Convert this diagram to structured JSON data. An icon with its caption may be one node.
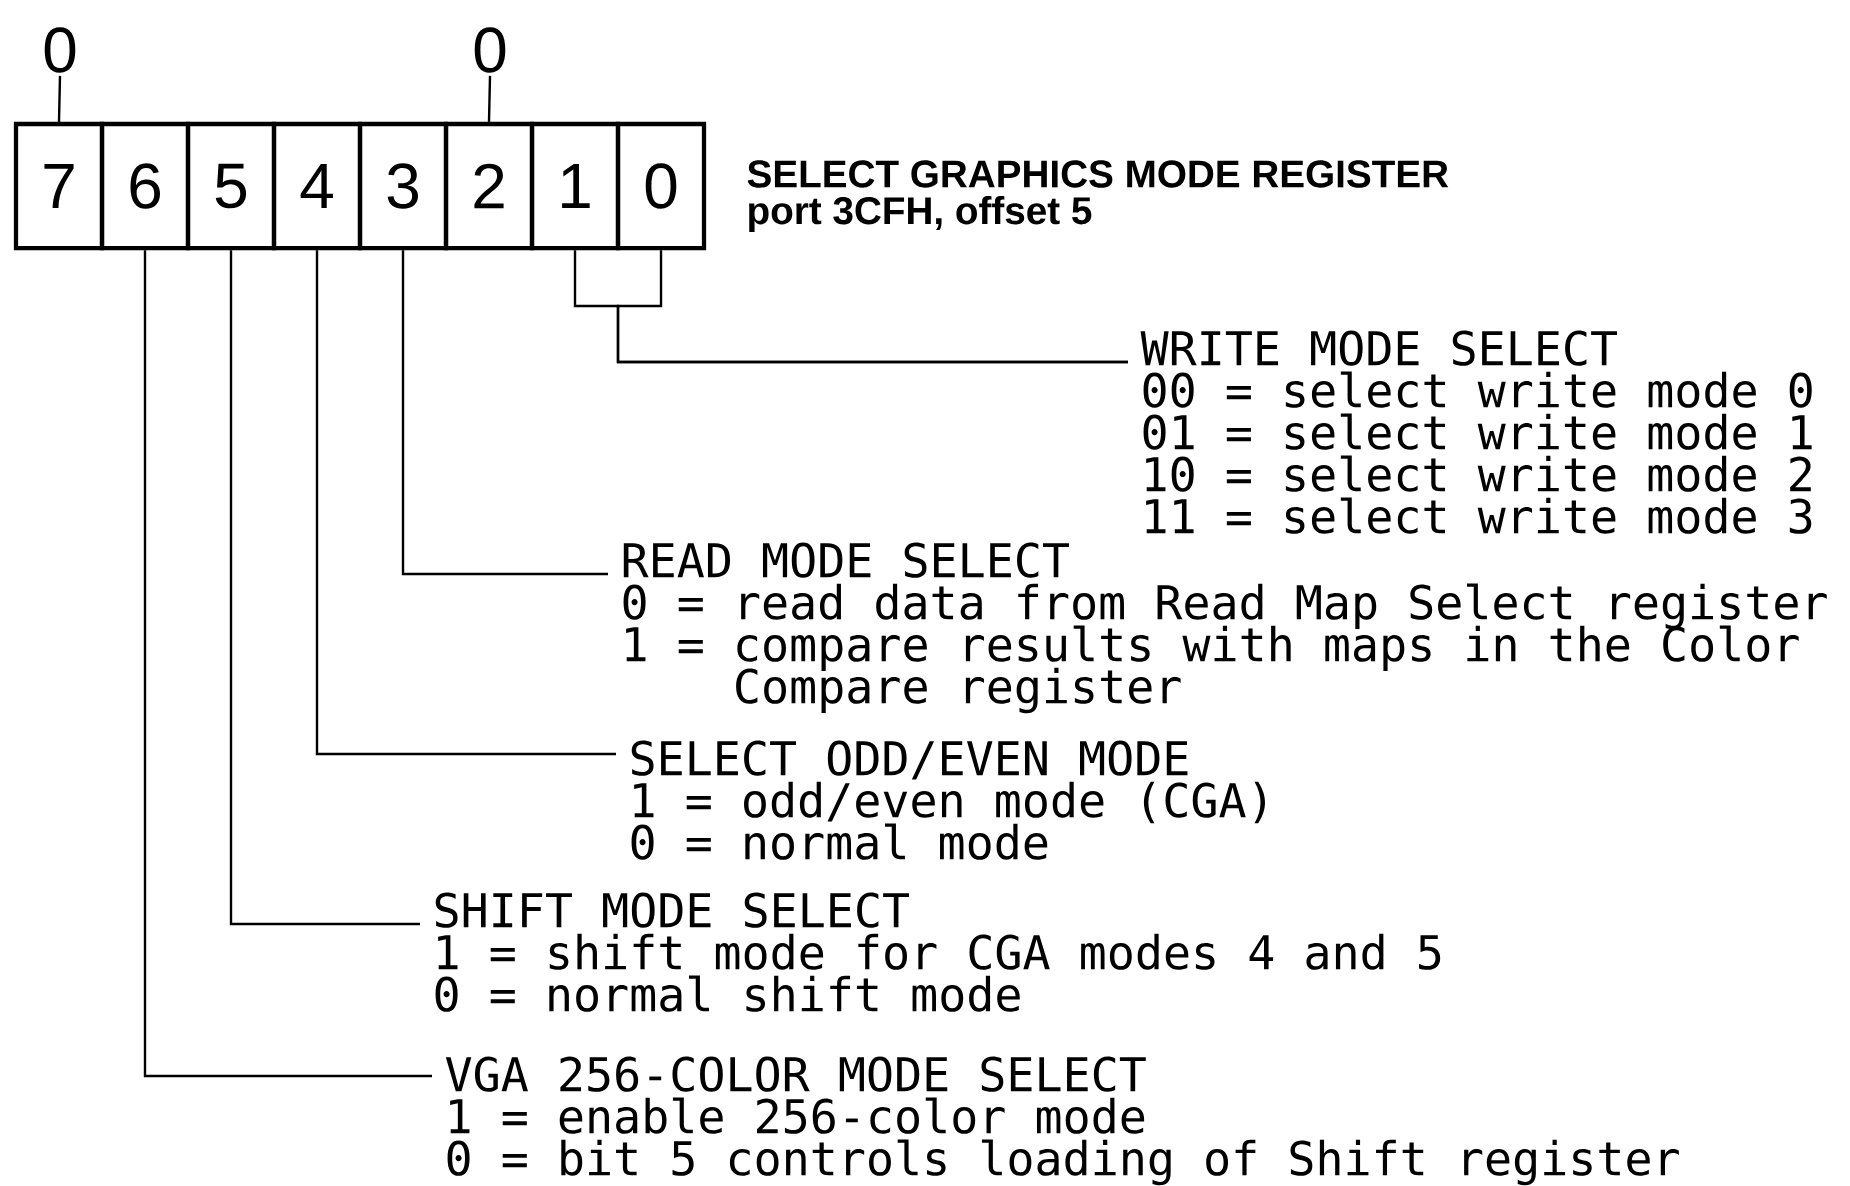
{
  "diagram": {
    "title": "SELECT GRAPHICS MODE REGISTER",
    "nodes": [
      {
        "text": [
          "7"
        ]
      },
      {
        "text": [
          "6"
        ]
      },
      {
        "text": [
          "5"
        ]
      },
      {
        "text": [
          "4"
        ]
      },
      {
        "text": [
          "3"
        ]
      },
      {
        "text": [
          "2"
        ]
      },
      {
        "text": [
          "1"
        ]
      },
      {
        "text": [
          "0"
        ]
      },
      {
        "text": [
          "0"
        ]
      },
      {
        "text": [
          "0"
        ]
      },
      {
        "text": [
          "WRITE MODE SELECT",
          "00 = select write mode 0",
          "01 = select write mode 1",
          "10 = select write mode 2",
          "11 = select write mode 3"
        ]
      },
      {
        "text": [
          "READ MODE SELECT",
          "0 = read data from Read Map Select register",
          "1 = compare results with maps in the Color Compare register"
        ]
      },
      {
        "text": [
          "SELECT ODD/EVEN MODE",
          "1 = odd/even mode (CGA)",
          "0 = normal mode"
        ]
      },
      {
        "text": [
          "SHIFT MODE SELECT",
          "1 = shift mode for CGA modes 4 and 5",
          "0 = normal shift mode"
        ]
      },
      {
        "text": [
          "VGA 256-COLOR MODE SELECT",
          "1 = enable 256-color mode",
          "0 = bit 5 controls loading of Shift register"
        ]
      }
    ],
    "edges": [
      {
        "from": 8,
        "to": 0,
        "arrow": "none"
      },
      {
        "from": 9,
        "to": 5,
        "arrow": "none"
      },
      {
        "from": 6,
        "to": 10,
        "arrow": "none"
      },
      {
        "from": 7,
        "to": 10,
        "arrow": "none"
      },
      {
        "from": 4,
        "to": 11,
        "arrow": "none"
      },
      {
        "from": 3,
        "to": 12,
        "arrow": "none"
      },
      {
        "from": 2,
        "to": 13,
        "arrow": "none"
      },
      {
        "from": 1,
        "to": 14,
        "arrow": "none"
      }
    ],
    "labels": [
      "port 3CFH, offset 5"
    ]
  }
}
